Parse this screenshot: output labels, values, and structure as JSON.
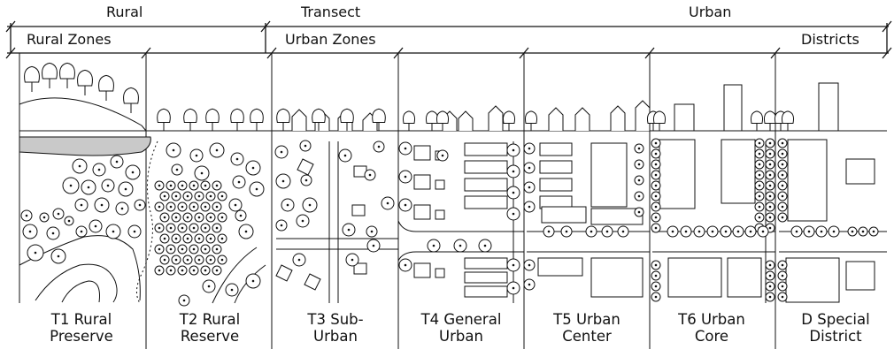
{
  "header": {
    "rural": "Rural",
    "transect": "Transect",
    "urban": "Urban",
    "rural_zones": "Rural Zones",
    "urban_zones": "Urban Zones",
    "districts": "Districts"
  },
  "zones": [
    {
      "line1": "T1 Rural",
      "line2": "Preserve"
    },
    {
      "line1": "T2 Rural",
      "line2": "Reserve"
    },
    {
      "line1": "T3 Sub-",
      "line2": "Urban"
    },
    {
      "line1": "T4 General",
      "line2": "Urban"
    },
    {
      "line1": "T5 Urban",
      "line2": "Center"
    },
    {
      "line1": "T6 Urban",
      "line2": "Core"
    },
    {
      "line1": "D Special",
      "line2": "District"
    }
  ],
  "colors": {
    "ink": "#111111",
    "water": "#c9c9c9",
    "paper": "#ffffff"
  }
}
